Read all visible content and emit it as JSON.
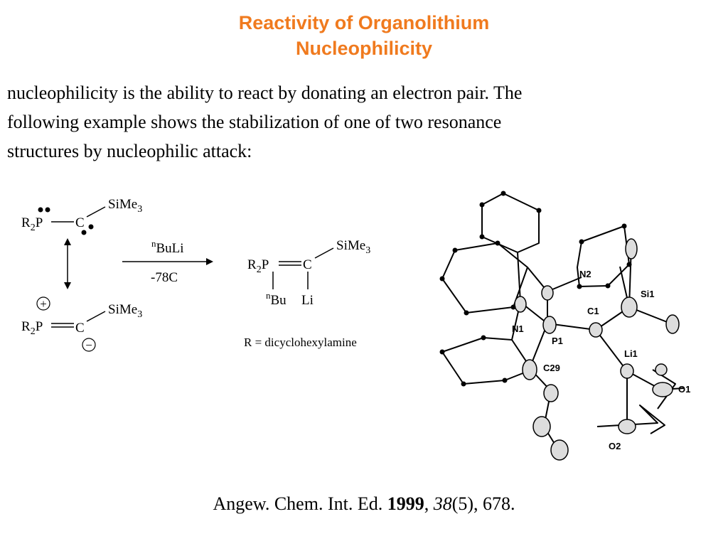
{
  "slide": {
    "title_line1": "Reactivity of Organolithium",
    "title_line2": "Nucleophilicity",
    "body_lines": [
      "nucleophilicity is the ability to react by donating an electron pair.  The",
      "following example shows the stabilization of one of two resonance",
      "structures by nucleophilic attack:"
    ],
    "title_color": "#f07a1e"
  },
  "scheme": {
    "resonance_top": {
      "r": "R",
      "sub2": "2",
      "p": "P",
      "c": "C",
      "sime": "SiMe",
      "sub3": "3"
    },
    "resonance_bottom": {
      "r": "R",
      "sub2": "2",
      "p": "P",
      "c": "C",
      "sime": "SiMe",
      "sub3": "3",
      "plus": "+",
      "minus": "−"
    },
    "reagent_sup": "n",
    "reagent": "BuLi",
    "temperature": "-78C",
    "product": {
      "r": "R",
      "sub2": "2",
      "p": "P",
      "c": "C",
      "sime": "SiMe",
      "sub3": "3",
      "n": "n",
      "bu": "Bu",
      "li": "Li"
    },
    "r_definition": "R = dicyclohexylamine"
  },
  "crystal_labels": {
    "n1": "N1",
    "n2": "N2",
    "p1": "P1",
    "c1": "C1",
    "si1": "Si1",
    "li1": "Li1",
    "o1": "O1",
    "o2": "O2",
    "c29": "C29"
  },
  "citation": {
    "journal": "Angew. Chem. Int. Ed. ",
    "year": "1999",
    "sep": ", ",
    "volume": "38",
    "issue_pages": "(5), 678."
  }
}
